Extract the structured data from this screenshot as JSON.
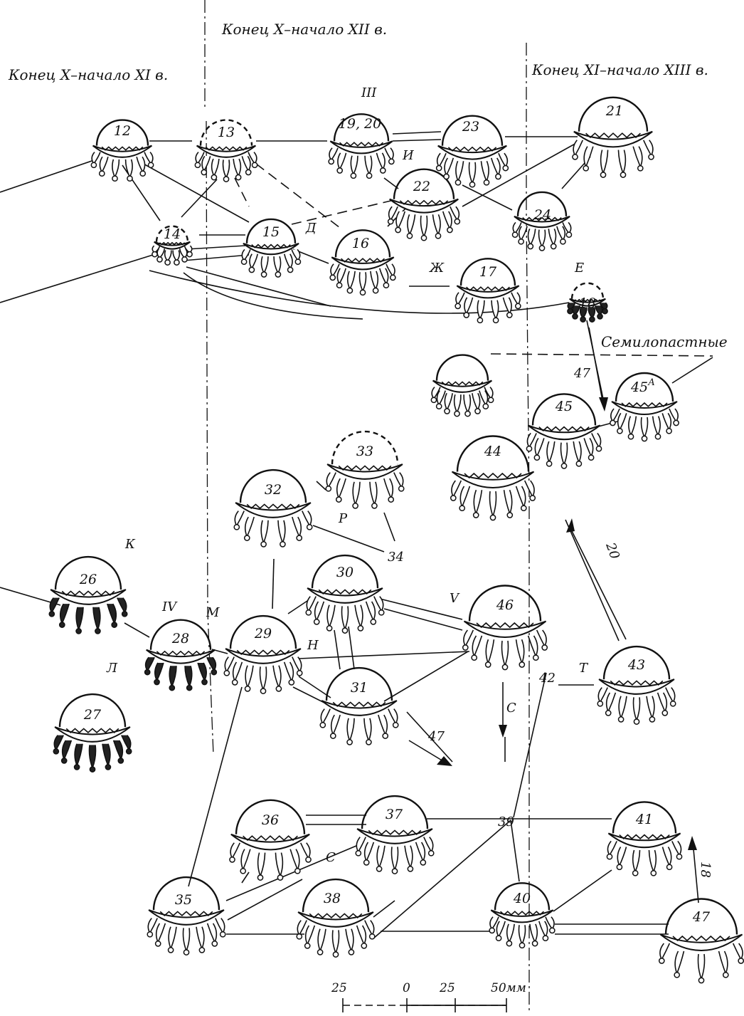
{
  "periods": {
    "left": "Конец X–начало XI в.",
    "middle": "Конец X–начало XII в.",
    "right": "Конец XI–начало XIII в."
  },
  "group_labels": {
    "group_3": "III",
    "group_4": "IV",
    "group_5": "V",
    "semilobe": "Семилопастные"
  },
  "pendants": [
    {
      "id": "p12",
      "label": "12"
    },
    {
      "id": "p13",
      "label": "13"
    },
    {
      "id": "p14",
      "label": "14"
    },
    {
      "id": "p15",
      "label": "15"
    },
    {
      "id": "p16",
      "label": "16"
    },
    {
      "id": "p17",
      "label": "17"
    },
    {
      "id": "p18",
      "label": "18"
    },
    {
      "id": "p19",
      "label": "19, 20"
    },
    {
      "id": "p21",
      "label": "21"
    },
    {
      "id": "p22",
      "label": "22"
    },
    {
      "id": "p23",
      "label": "23"
    },
    {
      "id": "p24",
      "label": "24"
    },
    {
      "id": "p26",
      "label": "26"
    },
    {
      "id": "p27",
      "label": "27"
    },
    {
      "id": "p28",
      "label": "28"
    },
    {
      "id": "p29",
      "label": "29"
    },
    {
      "id": "p30",
      "label": "30"
    },
    {
      "id": "p31",
      "label": "31"
    },
    {
      "id": "p32",
      "label": "32"
    },
    {
      "id": "p33",
      "label": "33"
    },
    {
      "id": "p35",
      "label": "35"
    },
    {
      "id": "p36",
      "label": "36"
    },
    {
      "id": "p37",
      "label": "37"
    },
    {
      "id": "p38",
      "label": "38"
    },
    {
      "id": "p40",
      "label": "40"
    },
    {
      "id": "p41",
      "label": "41"
    },
    {
      "id": "p43",
      "label": "43"
    },
    {
      "id": "p44",
      "label": "44"
    },
    {
      "id": "p45",
      "label": "45"
    },
    {
      "id": "p45a",
      "label": "45",
      "superscript": "А"
    },
    {
      "id": "p46",
      "label": "46"
    },
    {
      "id": "p47",
      "label": "47"
    },
    {
      "id": "p-unlabeled",
      "label": ""
    }
  ],
  "letters": {
    "D": "Д",
    "I": "И",
    "Zh": "Ж",
    "E": "Е",
    "K": "К",
    "L": "Л",
    "M": "М",
    "N": "Н",
    "R": "Р",
    "S1": "С",
    "S2": "С",
    "T": "Т"
  },
  "line_numbers": {
    "n34": "34",
    "n39": "39",
    "n42": "42",
    "n47a": "47",
    "n47b": "47",
    "n20": "20",
    "n18": "18"
  },
  "scale": {
    "ticks": [
      "25",
      "0",
      "25",
      "50мм"
    ]
  }
}
